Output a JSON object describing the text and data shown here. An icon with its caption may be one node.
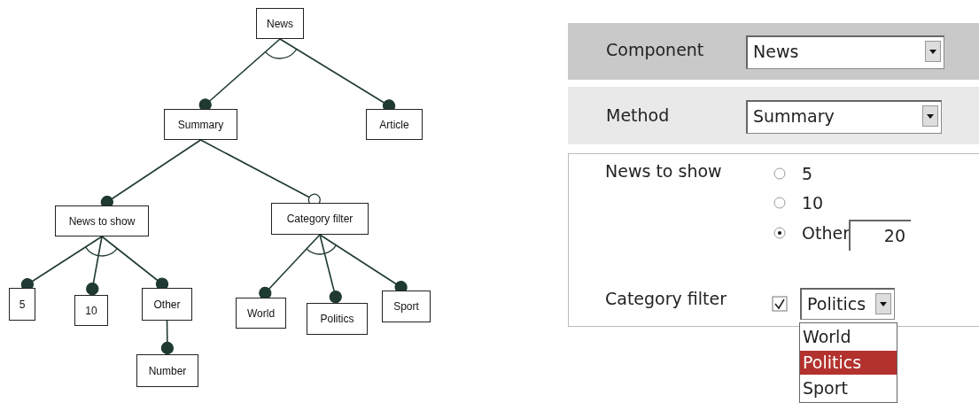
{
  "diagram": {
    "nodes": [
      {
        "text": [
          "News"
        ]
      },
      {
        "text": [
          "Summary"
        ]
      },
      {
        "text": [
          "Article"
        ]
      },
      {
        "text": [
          "News to show"
        ]
      },
      {
        "text": [
          "Category filter"
        ]
      },
      {
        "text": [
          "5"
        ]
      },
      {
        "text": [
          "10"
        ]
      },
      {
        "text": [
          "Other"
        ]
      },
      {
        "text": [
          "Number"
        ]
      },
      {
        "text": [
          "World"
        ]
      },
      {
        "text": [
          "Politics"
        ]
      },
      {
        "text": [
          "Sport"
        ]
      }
    ],
    "edges": [
      {
        "from": 0,
        "to": 1,
        "arrow": "other"
      },
      {
        "from": 0,
        "to": 2,
        "arrow": "other"
      },
      {
        "from": 1,
        "to": 3,
        "arrow": "other"
      },
      {
        "from": 1,
        "to": 4,
        "arrow": "other"
      },
      {
        "from": 3,
        "to": 5,
        "arrow": "other"
      },
      {
        "from": 3,
        "to": 6,
        "arrow": "other"
      },
      {
        "from": 3,
        "to": 7,
        "arrow": "other"
      },
      {
        "from": 7,
        "to": 8,
        "arrow": "other"
      },
      {
        "from": 4,
        "to": 9,
        "arrow": "other"
      },
      {
        "from": 4,
        "to": 10,
        "arrow": "other"
      },
      {
        "from": 4,
        "to": 11,
        "arrow": "other"
      }
    ],
    "labels": [
      "Component",
      "News",
      "Method",
      "Summary",
      "News to show",
      "5",
      "10",
      "Other",
      "20",
      "Category filter",
      "Politics",
      "World",
      "Politics",
      "Sport"
    ]
  }
}
